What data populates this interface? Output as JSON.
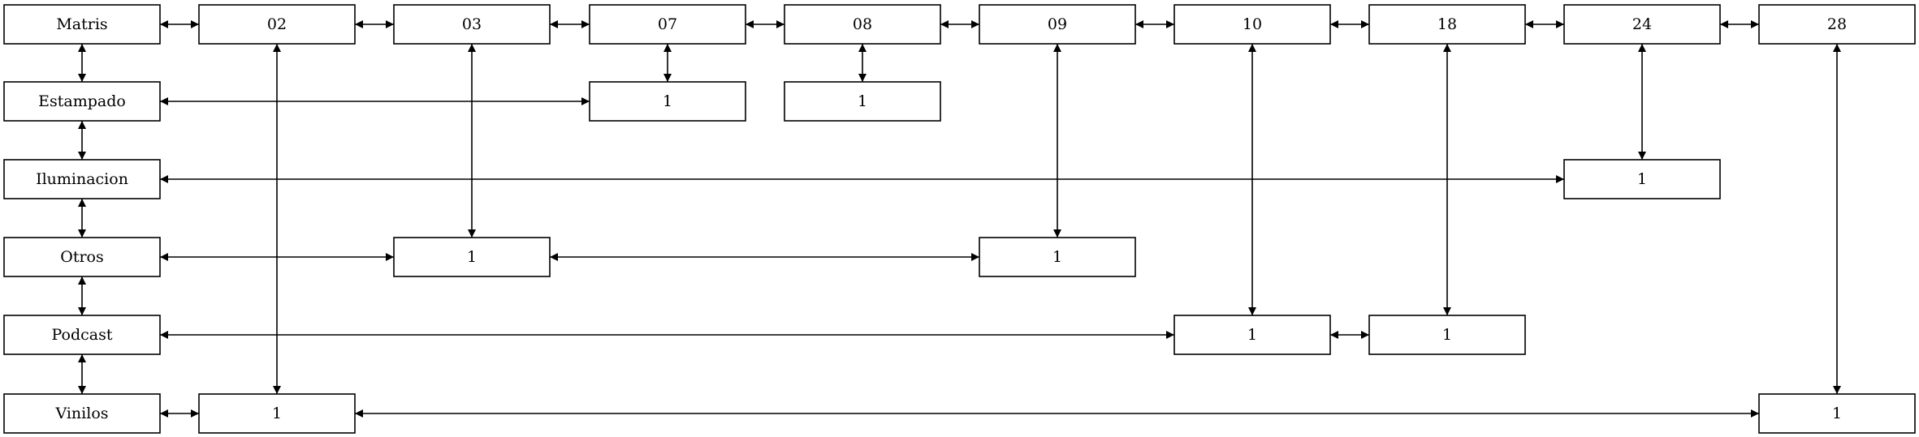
{
  "diagram": {
    "columns": {
      "c0": "Matris",
      "c1": "02",
      "c2": "03",
      "c3": "07",
      "c4": "08",
      "c5": "09",
      "c6": "10",
      "c7": "18",
      "c8": "24",
      "c9": "28"
    },
    "rows": {
      "r1": "Estampado",
      "r2": "Iluminacion",
      "r3": "Otros",
      "r4": "Podcast",
      "r5": "Vinilos"
    },
    "cells": {
      "estampado_07": "1",
      "estampado_08": "1",
      "iluminacion_24": "1",
      "otros_03": "1",
      "otros_09": "1",
      "podcast_10": "1",
      "podcast_18": "1",
      "vinilos_02": "1",
      "vinilos_28": "1"
    },
    "edges": [
      [
        "c0",
        "c1"
      ],
      [
        "c1",
        "c2"
      ],
      [
        "c2",
        "c3"
      ],
      [
        "c3",
        "c4"
      ],
      [
        "c4",
        "c5"
      ],
      [
        "c5",
        "c6"
      ],
      [
        "c6",
        "c7"
      ],
      [
        "c7",
        "c8"
      ],
      [
        "c8",
        "c9"
      ],
      [
        "c0",
        "r1"
      ],
      [
        "r1",
        "r2"
      ],
      [
        "r2",
        "r3"
      ],
      [
        "r3",
        "r4"
      ],
      [
        "r4",
        "r5"
      ],
      [
        "r1",
        "estampado_07"
      ],
      [
        "c3",
        "estampado_07"
      ],
      [
        "c4",
        "estampado_08"
      ],
      [
        "r2",
        "iluminacion_24"
      ],
      [
        "c8",
        "iluminacion_24"
      ],
      [
        "r3",
        "otros_03"
      ],
      [
        "otros_03",
        "otros_09"
      ],
      [
        "c2",
        "otros_03"
      ],
      [
        "c5",
        "otros_09"
      ],
      [
        "r4",
        "podcast_10"
      ],
      [
        "podcast_10",
        "podcast_18"
      ],
      [
        "c6",
        "podcast_10"
      ],
      [
        "c7",
        "podcast_18"
      ],
      [
        "r5",
        "vinilos_02"
      ],
      [
        "vinilos_02",
        "vinilos_28"
      ],
      [
        "c1",
        "vinilos_02"
      ],
      [
        "c9",
        "vinilos_28"
      ]
    ]
  }
}
